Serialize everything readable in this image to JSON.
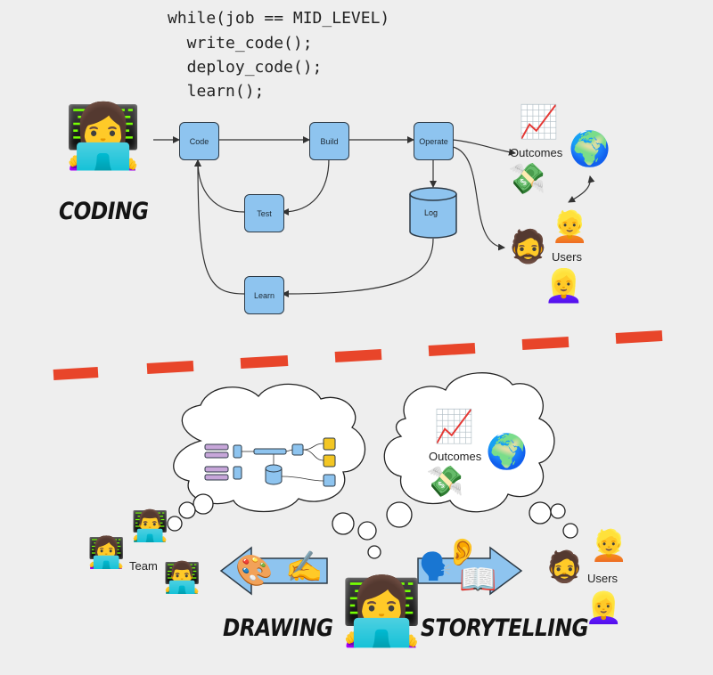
{
  "code_lines": [
    "while(job == MID_LEVEL)",
    "  write_code();",
    "  deploy_code();",
    "  learn();"
  ],
  "nodes": {
    "code": "Code",
    "build": "Build",
    "operate": "Operate",
    "test": "Test",
    "log": "Log",
    "learn": "Learn"
  },
  "top_labels": {
    "outcomes": "Outcomes",
    "users": "Users",
    "coding": "CODING"
  },
  "bottom_labels": {
    "outcomes": "Outcomes",
    "team": "Team",
    "users": "Users",
    "drawing": "DRAWING",
    "storytelling": "STORYTELLING"
  },
  "icons": {
    "person_laptop": "👩‍💻",
    "chart": "📈",
    "globe": "🌍",
    "money": "💸",
    "man_beard": "🧔",
    "person_blond": "👱",
    "woman_blond": "👱‍♀️",
    "man_laptop": "👨‍💻",
    "palette": "🎨",
    "writing_hand": "✍️",
    "speaking_head": "🗣️",
    "ear": "👂",
    "open_book": "📖"
  },
  "colors": {
    "node_fill": "#8ec4ef",
    "divider": "#e8452a",
    "background": "#eeeeee",
    "small_bar": "#c7a6d9",
    "small_yellow": "#f3c623"
  }
}
